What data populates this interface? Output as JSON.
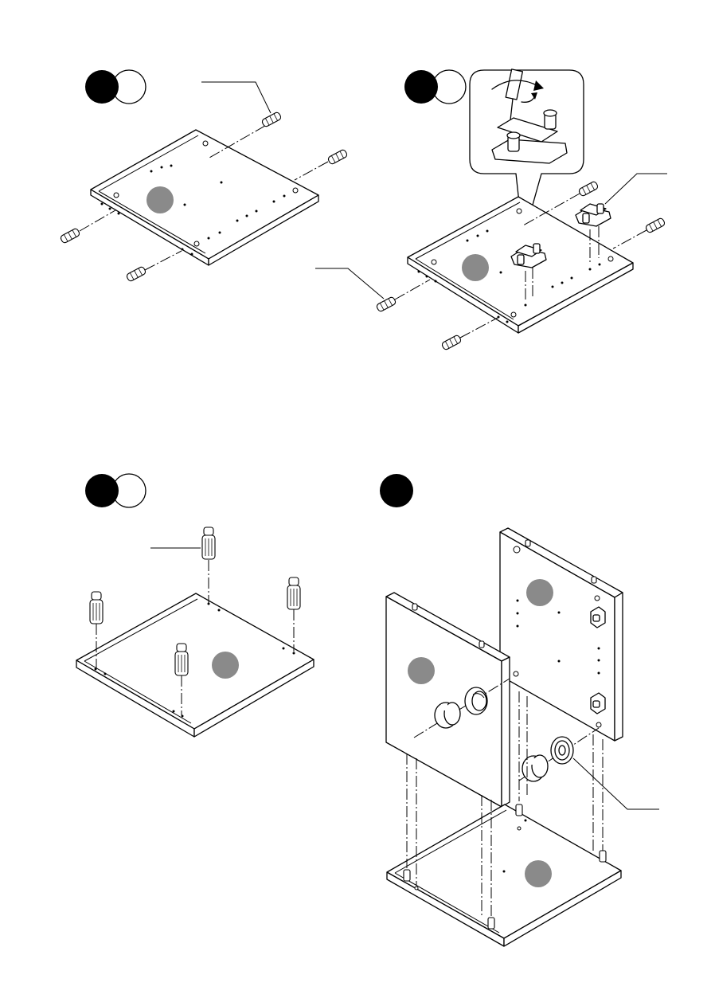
{
  "page": {
    "background": "#ffffff",
    "ink": "#000000",
    "badge_grey": "#8a8a8a"
  },
  "steps": [
    {
      "id": "step-a",
      "badge_style": "black+white"
    },
    {
      "id": "step-b",
      "badge_style": "black+white"
    },
    {
      "id": "step-c",
      "badge_style": "black+white"
    },
    {
      "id": "step-d",
      "badge_style": "black"
    }
  ],
  "icons": {
    "dowel": "wooden-dowel-icon",
    "screwdriver": "screwdriver-icon",
    "rotate": "rotate-arrow-icon",
    "hinge_plate": "hinge-mount-plate-icon",
    "cam_lock": "cam-lock-icon",
    "connector_bolt": "connector-bolt-icon"
  }
}
